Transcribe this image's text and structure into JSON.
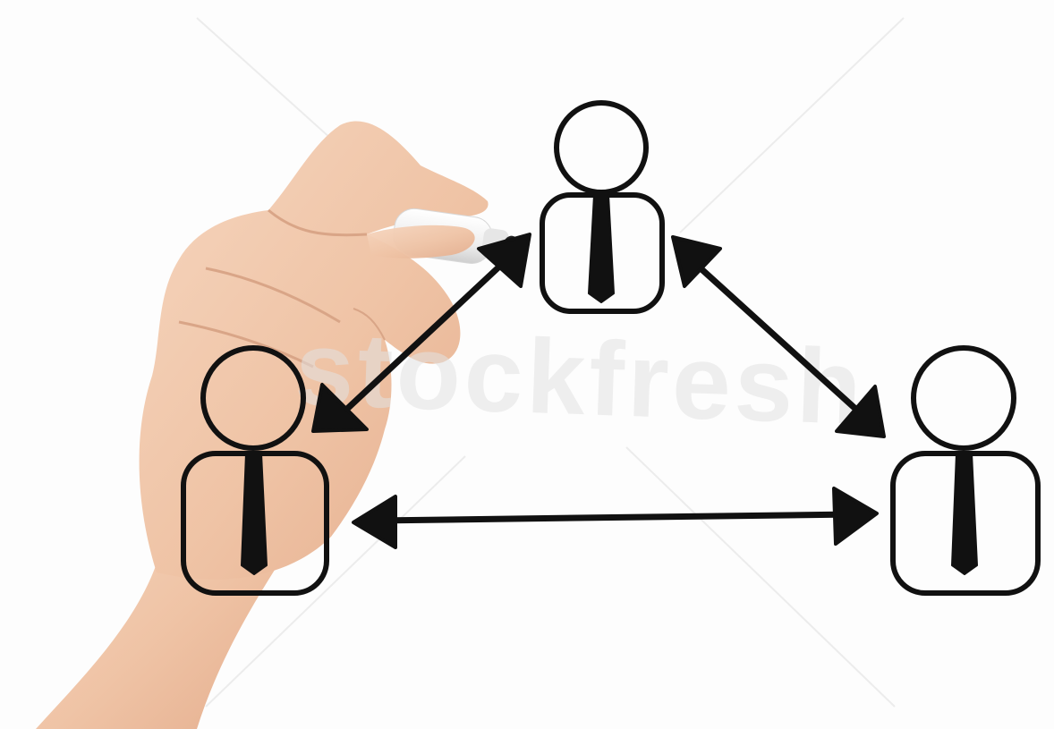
{
  "image": {
    "subject": "hand-drawn-network",
    "people": [
      {
        "id": "person-top",
        "label": ""
      },
      {
        "id": "person-left",
        "label": ""
      },
      {
        "id": "person-right",
        "label": ""
      }
    ],
    "connections": [
      {
        "from": "person-left",
        "to": "person-top",
        "type": "bidirectional"
      },
      {
        "from": "person-top",
        "to": "person-right",
        "type": "bidirectional"
      },
      {
        "from": "person-left",
        "to": "person-right",
        "type": "bidirectional"
      }
    ],
    "watermark": "stockfresh",
    "colors": {
      "ink": "#111111",
      "background": "#fdfdfd",
      "skin": "#f1c8ab",
      "marker": "#f4f4f4"
    }
  }
}
